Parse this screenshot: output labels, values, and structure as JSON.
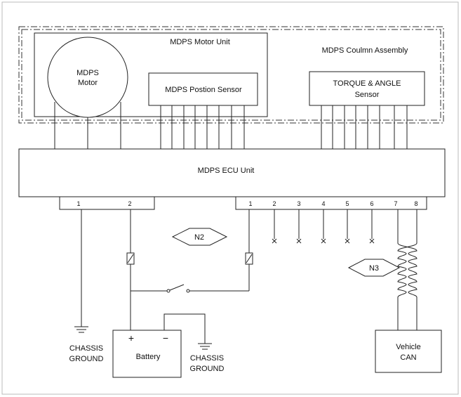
{
  "assembly_label": "MDPS Coulmn Assembly",
  "motor_unit_label": "MDPS Motor Unit",
  "motor_label_1": "MDPS",
  "motor_label_2": "Motor",
  "position_sensor_label": "MDPS Postion Sensor",
  "torque_sensor_label_1": "TORQUE & ANGLE",
  "torque_sensor_label_2": "Sensor",
  "ecu_label": "MDPS ECU Unit",
  "left_connector_pins": [
    "1",
    "2"
  ],
  "right_connector_pins": [
    "1",
    "2",
    "3",
    "4",
    "5",
    "6",
    "7",
    "8"
  ],
  "n2_label": "N2",
  "n3_label": "N3",
  "battery_label": "Battery",
  "battery_plus": "+",
  "battery_minus": "−",
  "chassis_ground_left_1": "CHASSIS",
  "chassis_ground_left_2": "GROUND",
  "chassis_ground_right_1": "CHASSIS",
  "chassis_ground_right_2": "GROUND",
  "vehicle_can_label_1": "Vehicle",
  "vehicle_can_label_2": "CAN"
}
